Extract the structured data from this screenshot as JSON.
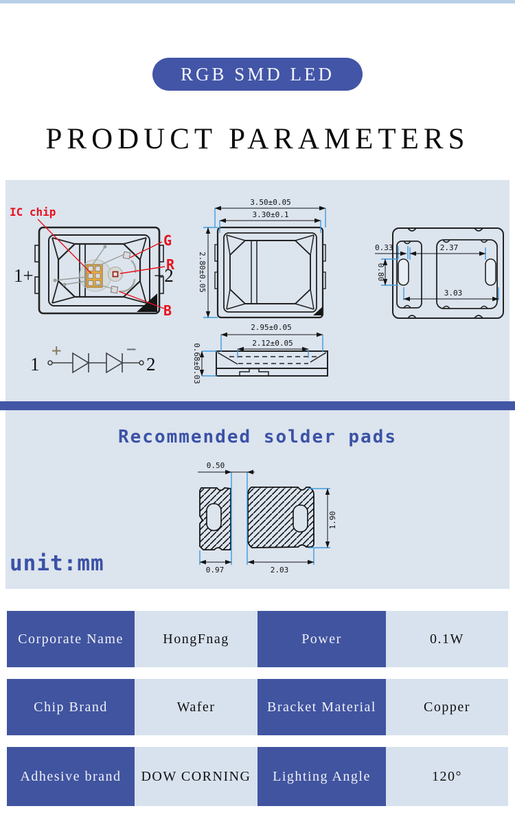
{
  "header": {
    "badge": "RGB SMD LED",
    "title": "PRODUCT PARAMETERS"
  },
  "colors": {
    "accent": "#4355a7",
    "top_strip": "#b7cfe7",
    "section_bg": "#dce4ee",
    "table_label_bg": "#4154a0",
    "table_value_bg": "#d8e2ee",
    "annotation_red": "#e8111c",
    "dim_extension_blue": "#3e9be0",
    "heading_blue": "#3b52a5"
  },
  "drawing": {
    "labels": {
      "ic_chip": "IC chip",
      "green": "G",
      "red": "R",
      "blue": "B",
      "pin1": "1+",
      "pin2": "−2",
      "circuit_pin1": "1",
      "circuit_pin2": "2",
      "plus": "+",
      "minus": "−"
    },
    "dims": {
      "top_outer_width": "3.50±0.05",
      "top_body_width": "3.30±0.1",
      "top_height": "2.80±0.05",
      "side_width": "2.95±0.05",
      "side_inner_width": "2.12±0.05",
      "side_height": "0.68±0.03",
      "bottom_offset": "0.33",
      "bottom_pad_span": "2.37",
      "bottom_pad_height": "0.80",
      "bottom_total_span": "3.03"
    }
  },
  "solder": {
    "title": "Recommended solder pads",
    "unit": "unit:mm",
    "dims": {
      "gap": "0.50",
      "left_pad_width": "0.97",
      "right_pad_width": "2.03",
      "pad_height": "1.90"
    }
  },
  "table": {
    "rows": [
      {
        "cells": [
          {
            "text": "Corporate Name"
          },
          {
            "text": "HongFnag"
          },
          {
            "text": "Power"
          },
          {
            "text": "0.1W"
          }
        ]
      },
      {
        "cells": [
          {
            "text": "Chip Brand"
          },
          {
            "text": "Wafer"
          },
          {
            "text": "Bracket Material"
          },
          {
            "text": "Copper"
          }
        ]
      },
      {
        "cells": [
          {
            "text": "Adhesive brand"
          },
          {
            "text": "DOW CORNING"
          },
          {
            "text": "Lighting Angle"
          },
          {
            "text": "120°"
          }
        ]
      }
    ]
  }
}
